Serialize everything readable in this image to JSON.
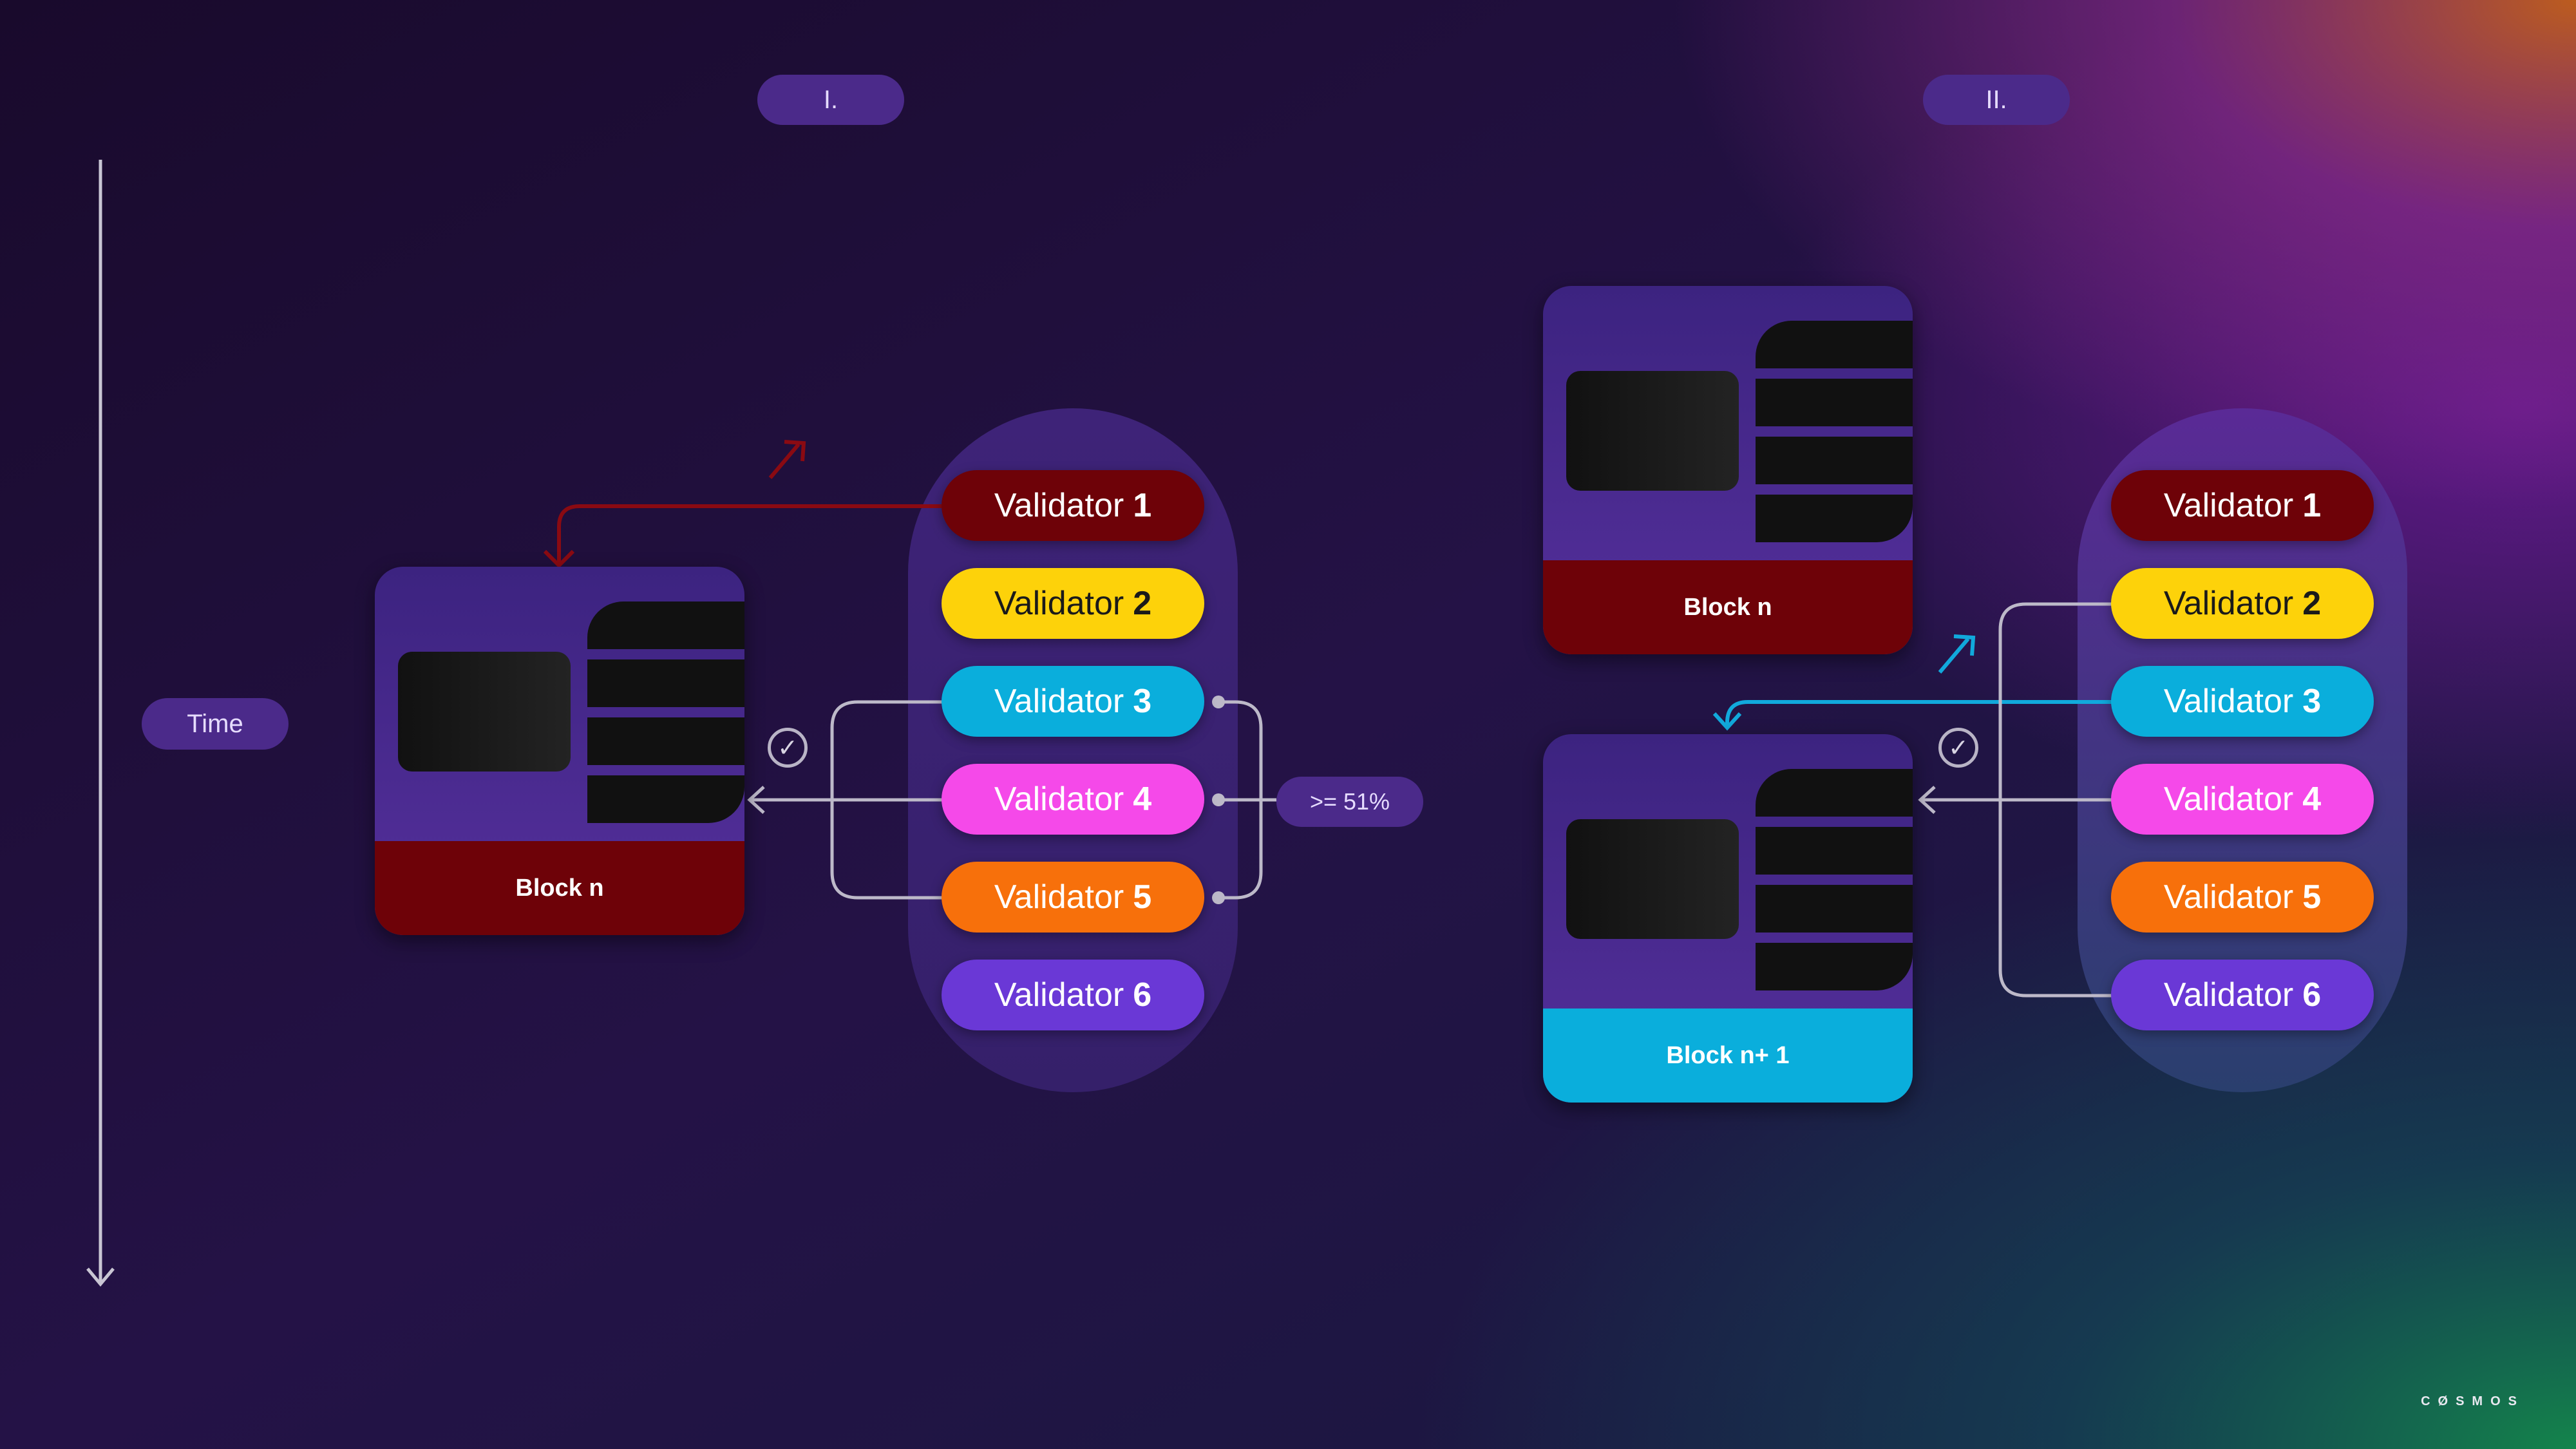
{
  "stage_labels": {
    "first": "I.",
    "second": "II."
  },
  "time_label": "Time",
  "threshold_label": ">= 51%",
  "validator_prefix": "Validator",
  "stage1": {
    "validators": [
      {
        "num": "1",
        "color": "#6e0208",
        "text_color": "#ffffff"
      },
      {
        "num": "2",
        "color": "#fdd20a",
        "text_color": "#1a1a1a"
      },
      {
        "num": "3",
        "color": "#0aaedc",
        "text_color": "#ffffff"
      },
      {
        "num": "4",
        "color": "#f549e9",
        "text_color": "#ffffff"
      },
      {
        "num": "5",
        "color": "#f7700b",
        "text_color": "#ffffff"
      },
      {
        "num": "6",
        "color": "#6a38d6",
        "text_color": "#ffffff"
      }
    ],
    "block": {
      "label": "Block n",
      "footer_color": "#6e0208"
    }
  },
  "stage2": {
    "validators": [
      {
        "num": "1",
        "color": "#6e0208",
        "text_color": "#ffffff"
      },
      {
        "num": "2",
        "color": "#fdd20a",
        "text_color": "#1a1a1a"
      },
      {
        "num": "3",
        "color": "#0aaedc",
        "text_color": "#ffffff"
      },
      {
        "num": "4",
        "color": "#f549e9",
        "text_color": "#ffffff"
      },
      {
        "num": "5",
        "color": "#f7700b",
        "text_color": "#ffffff"
      },
      {
        "num": "6",
        "color": "#6a38d6",
        "text_color": "#ffffff"
      }
    ],
    "blocks": [
      {
        "label": "Block n",
        "footer_color": "#6e0208"
      },
      {
        "label": "Block n+ 1",
        "footer_color": "#0aaedc"
      }
    ]
  },
  "icons": {
    "check": "check-circle-icon",
    "hammer": "hammer-icon",
    "time_arrow": "arrow-down-icon"
  },
  "brand": "CØSMOS"
}
